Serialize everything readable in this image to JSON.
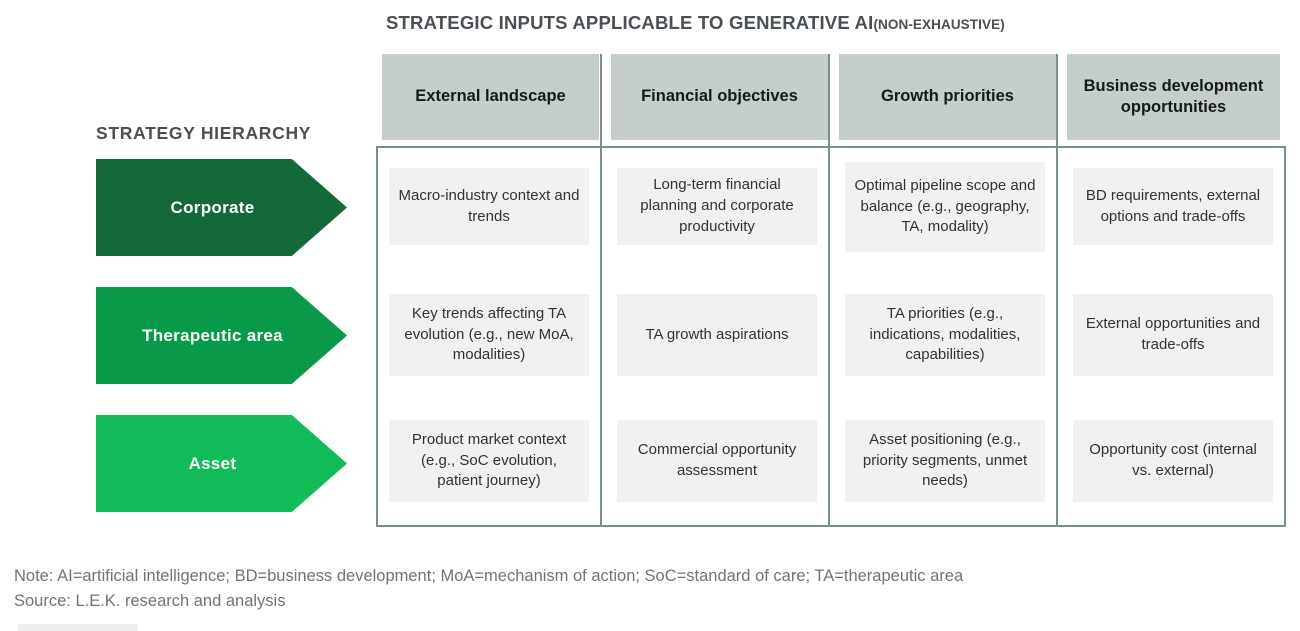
{
  "title": {
    "main": "STRATEGIC INPUTS APPLICABLE TO GENERATIVE AI",
    "qualifier": "(NON-EXHAUSTIVE)"
  },
  "hierarchy": {
    "title": "STRATEGY HIERARCHY",
    "levels": [
      {
        "label": "Corporate",
        "color": "#14693a"
      },
      {
        "label": "Therapeutic area",
        "color": "#089a49"
      },
      {
        "label": "Asset",
        "color": "#11bb58"
      }
    ]
  },
  "matrix": {
    "columns": [
      {
        "label": "External landscape"
      },
      {
        "label": "Financial objectives"
      },
      {
        "label": "Growth priorities"
      },
      {
        "label": "Business development opportunities"
      }
    ],
    "rows": [
      {
        "level": "Corporate",
        "cells": [
          "Macro-industry context and trends",
          "Long-term financial planning and corporate productivity",
          "Optimal pipeline scope and balance (e.g., geography, TA, modality)",
          "BD requirements, external options and trade-offs"
        ]
      },
      {
        "level": "Therapeutic area",
        "cells": [
          "Key trends affecting TA evolution (e.g., new MoA, modalities)",
          "TA growth aspirations",
          "TA priorities (e.g., indications, modalities, capabilities)",
          "External opportunities and trade-offs"
        ]
      },
      {
        "level": "Asset",
        "cells": [
          "Product market context (e.g., SoC evolution, patient journey)",
          "Commercial opportunity assessment",
          "Asset positioning (e.g., priority segments, unmet needs)",
          "Opportunity cost (internal vs. external)"
        ]
      }
    ]
  },
  "footnotes": {
    "note": "Note: AI=artificial intelligence; BD=business development; MoA=mechanism of action; SoC=standard of care; TA=therapeutic area",
    "source": "Source: L.E.K. research and analysis"
  },
  "palette": {
    "header_fill": "#c6cecb",
    "cell_fill": "#f1f1f1",
    "rule": "#79908a",
    "title_text": "#4a4f54",
    "footnote_text": "#6f7478"
  }
}
